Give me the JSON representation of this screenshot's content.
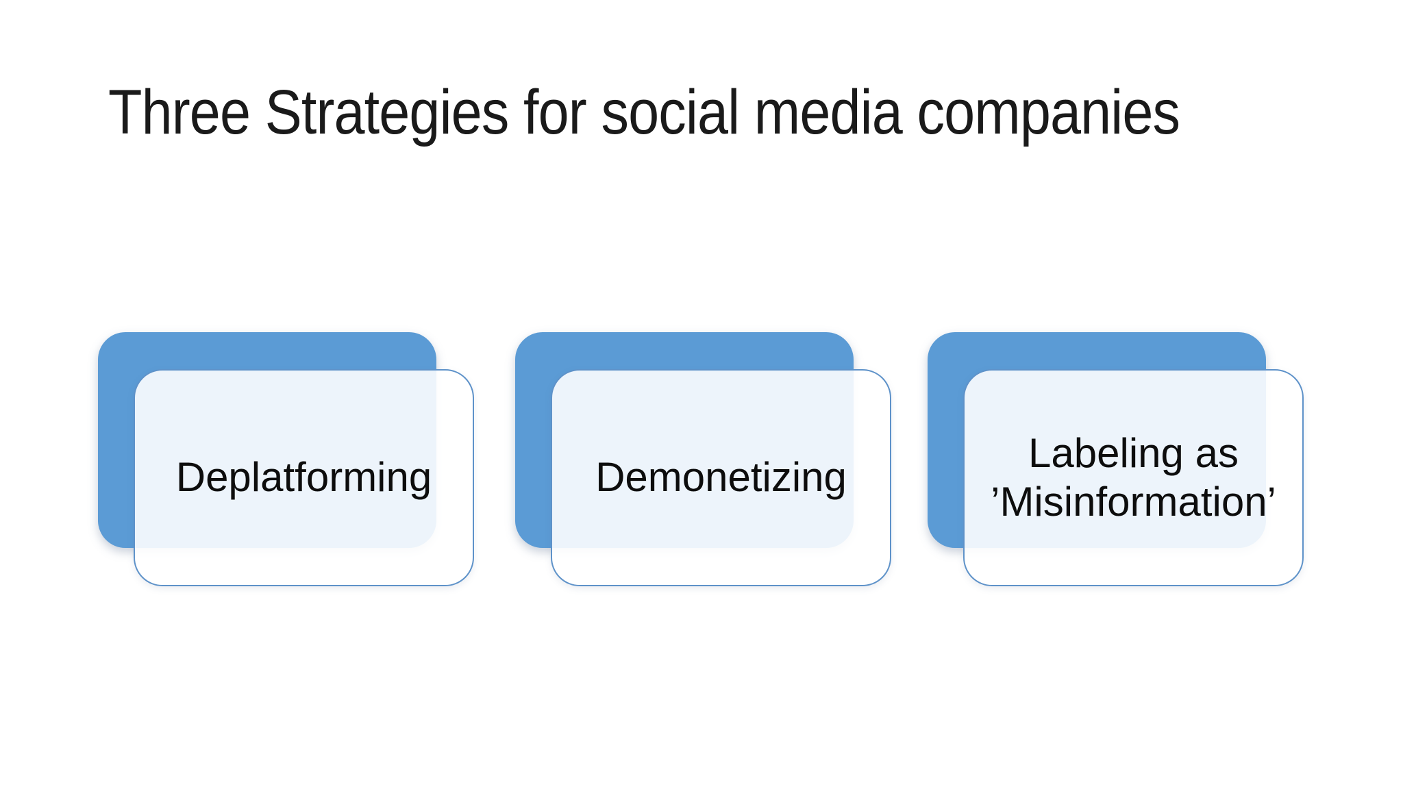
{
  "slide": {
    "title": "Three Strategies for social media companies",
    "cards": [
      {
        "label": "Deplatforming"
      },
      {
        "label": "Demonetizing"
      },
      {
        "label": "Labeling as ’Misinformation’"
      }
    ],
    "colors": {
      "background": "#ffffff",
      "accent_blue": "#5b9bd5",
      "card_border": "#5e92c9",
      "card_fill_tint_over_blue": "#edeff8",
      "title_text": "#1a1a1a",
      "card_text": "#0d0d0d"
    }
  }
}
